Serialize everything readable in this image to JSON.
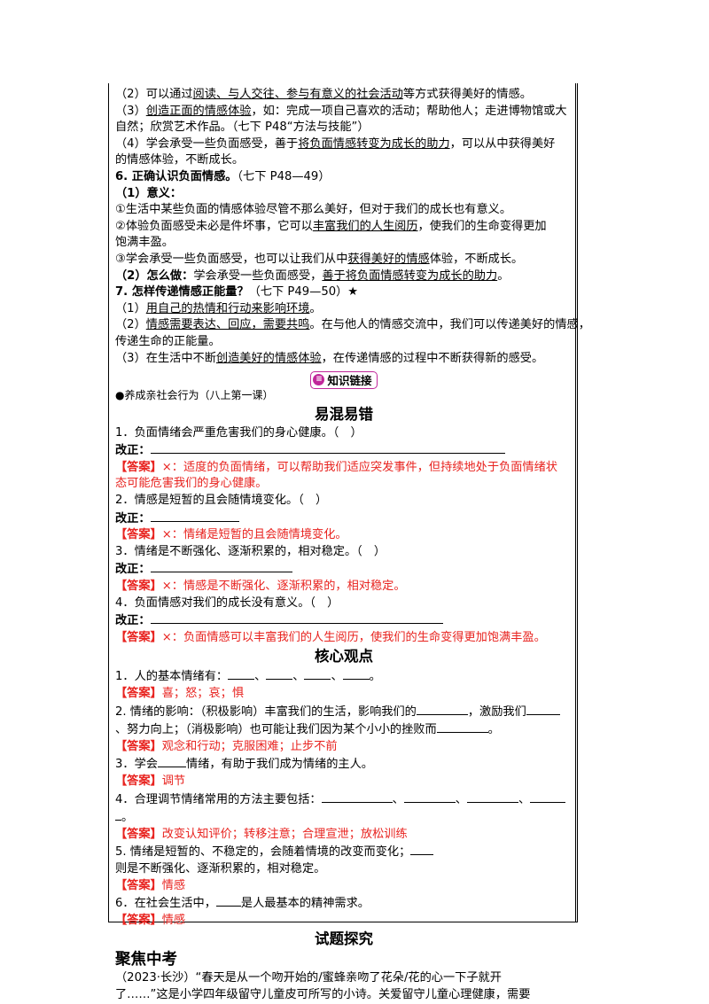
{
  "kb": {
    "l1a": "（2）可以通过",
    "l1u": "阅读、与人交往、参与有意义的社会活动",
    "l1b": "等方式获得美好的情感。",
    "l2a": "（3）",
    "l2u": "创造正面的情感体验",
    "l2b": "，如：完成一项自己喜欢的活动；帮助他人；走进博物馆或大",
    "l3": "自然；欣赏艺术作品。（七下 P48“方法与技能”）",
    "l4a": "（4）学会承受一些负面感受，善于",
    "l4u": "将负面情感转变为成长的助力",
    "l4b": "，可以从中获得美好",
    "l5": "的情感体验，不断成长。",
    "h6a": "6. 正确认识负面情感。",
    "h6b": "（七下 P48—49）",
    "s1": "（1）意义：",
    "p1": "①生活中某些负面的情感体验尽管不那么美好，但对于我们的成长也有意义。",
    "p2a": "②体验负面感受未必是件坏事，它可以",
    "p2u": "丰富我们的人生阅历",
    "p2b": "，使我们的生命变得更加",
    "p2c": "饱满丰盈。",
    "p3a": "③学会承受一些负面感受，也可以让我们从中",
    "p3u": "获得美好的情感",
    "p3b": "体验，不断成长。",
    "s2a": "（2）怎么做：",
    "s2b": "学会承受一些负面感受，",
    "s2u": "善于将负面情感转变为成长的助力",
    "s2c": "。",
    "h7a": "7. 怎样传递情感正能量？",
    "h7b": "（七下 P49—50）★",
    "q1a": "（1）",
    "q1u": "用自己的热情和行动来影响环境",
    "q1b": "。",
    "q2a": "（2）",
    "q2u": "情感需要表达、回应，需要共鸣",
    "q2b": "。在与他人的情感交流中，我们可以传递美好的情感，",
    "q2c": "传递生命的正能量。",
    "q3a": "（3）在生活中不断",
    "q3u": "创造美好的情感体验",
    "q3b": "，在传递情感的过程中不断获得新的感受。"
  },
  "badge": {
    "label": "知识链接"
  },
  "link_item": "●养成亲社会行为（八上第一课）",
  "confusing": {
    "title": "易混易错",
    "correction_label": "改正：",
    "items": [
      {
        "q": "1．负面情绪会严重危害我们的身心健康。（　）",
        "tag": "【答案】",
        "ans": "×：适度的负面情绪，可以帮助我们适应突发事件，但持续地处于负面情绪状",
        "ans2": "态可能危害我们的身心健康。"
      },
      {
        "q": "2．情感是短暂的且会随情境变化。（　）",
        "tag": "【答案】",
        "ans": "×：情绪是短暂的且会随情境变化。"
      },
      {
        "q": "3．情绪是不断强化、逐渐积累的，相对稳定。（　）",
        "tag": "【答案】",
        "ans": "×：情感是不断强化、逐渐积累的，相对稳定。"
      },
      {
        "q": "4．负面情感对我们的成长没有意义。（　）",
        "tag": "【答案】",
        "ans": "×：负面情感可以丰富我们的人生阅历，使我们的生命变得更加饱满丰盈。"
      }
    ]
  },
  "core": {
    "title": "核心观点",
    "q1": "1．人的基本情绪有：",
    "q1sep": "、",
    "q1end": "。",
    "a1tag": "【答案】",
    "a1": "喜；怒；哀；惧",
    "q2a": "2. 情绪的影响：（积极影响）丰富我们的生活，影响我们的",
    "q2b": "，激励我们",
    "q2c": "、努力向上；（消极影响）也可能让我们因为某个小小的挫败而",
    "q2d": "。",
    "a2tag": "【答案】",
    "a2": "观念和行动；克服困难；止步不前",
    "q3a": "3．学会",
    "q3b": "情绪，有助于我们成为情绪的主人。",
    "a3tag": "【答案】",
    "a3": "调节",
    "q4": "4．合理调节情绪常用的方法主要包括：",
    "q4sep": "、",
    "q4end": "。",
    "a4tag": "【答案】",
    "a4": "改变认知评价；转移注意；合理宣泄；放松训练",
    "q5a": "5. 情绪是短暂的、不稳定的，会随着情境的改变而变化；",
    "q5b": "则是不断强化、逐渐积累的，相对稳定。",
    "a5tag": "【答案】",
    "a5": "情感",
    "q6a": "6．在社会生活中，",
    "q6b": "是人最基本的精神需求。",
    "a6tag": "【答案】",
    "a6": "情感"
  },
  "explore": {
    "title": "试题探究",
    "focus": "聚焦中考",
    "intro1": "（2023·长沙）“春天是从一个吻开始的/蜜蜂亲吻了花朵/花的心一下子就开",
    "intro2": "了……”这是小学四年级留守儿童皮可所写的小诗。关爱留守儿童心理健康，需要"
  },
  "colors": {
    "answer_red": "#e8231f",
    "badge_accent": "#c0279a"
  }
}
